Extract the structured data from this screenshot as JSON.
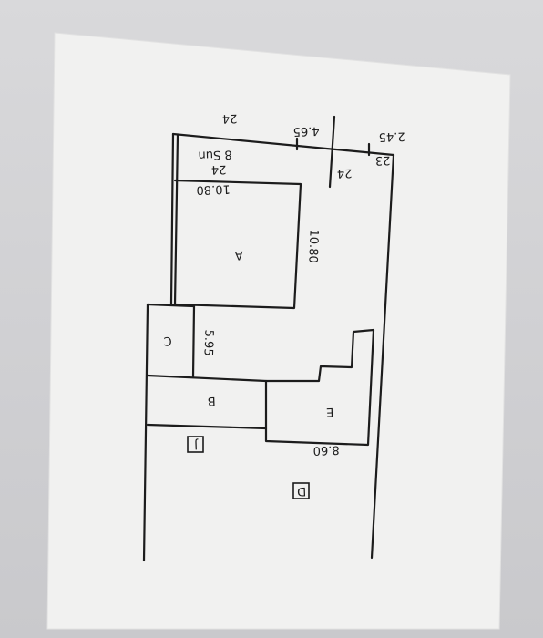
{
  "colors": {
    "background": "#d2d2d5",
    "paper": "#f1f1f0",
    "ink": "#1c1c1c"
  },
  "labels": {
    "room_a": "A",
    "room_b": "B",
    "room_c": "C",
    "room_e": "E",
    "box_j": "J",
    "box_d": "D",
    "dim_top_room": "10.80",
    "dim_side_room": "10.80",
    "dim_c_room": "5.95",
    "dim_e_room": "8.60",
    "code_24_a": "24",
    "dim_14": "8 Sun",
    "dim_465": "4.65",
    "code_24_b": "24",
    "code_23": "23",
    "dim_275": "2.45",
    "code_24_c": "24"
  }
}
